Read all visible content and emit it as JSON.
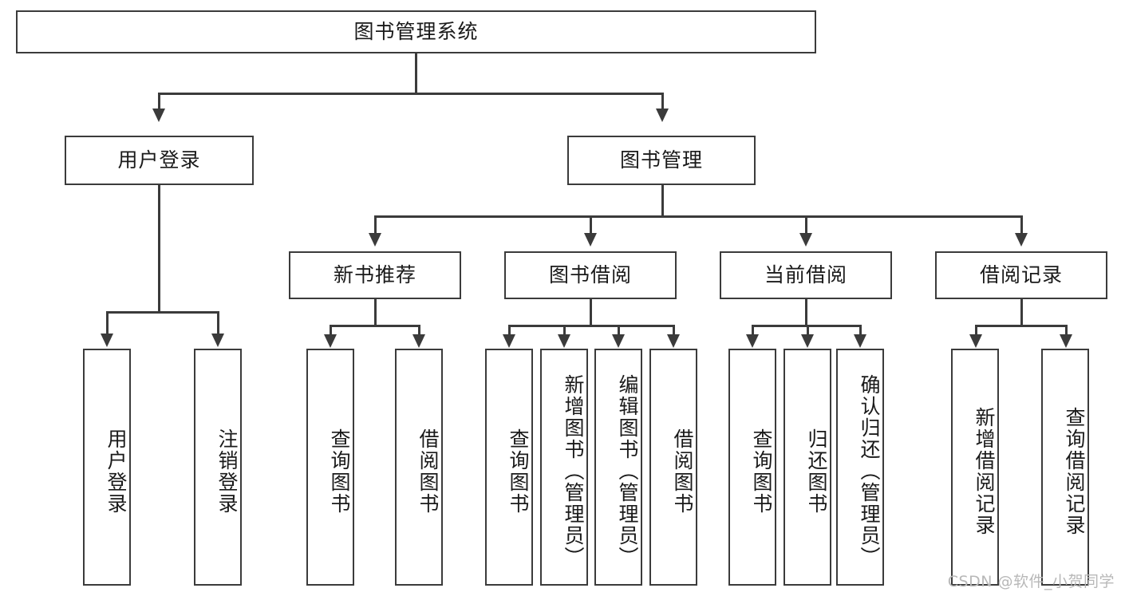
{
  "diagram": {
    "title": "图书管理系统",
    "root": {
      "label": "图书管理系统"
    },
    "level2": [
      {
        "label": "用户登录"
      },
      {
        "label": "图书管理"
      }
    ],
    "level3": [
      {
        "label": "新书推荐"
      },
      {
        "label": "图书借阅"
      },
      {
        "label": "当前借阅"
      },
      {
        "label": "借阅记录"
      }
    ],
    "leaves": {
      "user_login": [
        {
          "label": "用户登录"
        },
        {
          "label": "注销登录"
        }
      ],
      "new_book_recommend": [
        {
          "label": "查询图书"
        },
        {
          "label": "借阅图书"
        }
      ],
      "book_borrow": [
        {
          "label": "查询图书"
        },
        {
          "label": "新增图书（管理员）"
        },
        {
          "label": "编辑图书（管理员）"
        },
        {
          "label": "借阅图书"
        }
      ],
      "current_borrow": [
        {
          "label": "查询图书"
        },
        {
          "label": "归还图书"
        },
        {
          "label": "确认归还（管理员）"
        }
      ],
      "borrow_records": [
        {
          "label": "新增借阅记录"
        },
        {
          "label": "查询借阅记录"
        }
      ]
    }
  },
  "watermark": {
    "text": "CSDN @软件_小贺同学"
  },
  "colors": {
    "stroke": "#3b3b3b",
    "fill": "#ffffff",
    "text": "#1a1a1a",
    "watermark": "#b8b8b8"
  }
}
